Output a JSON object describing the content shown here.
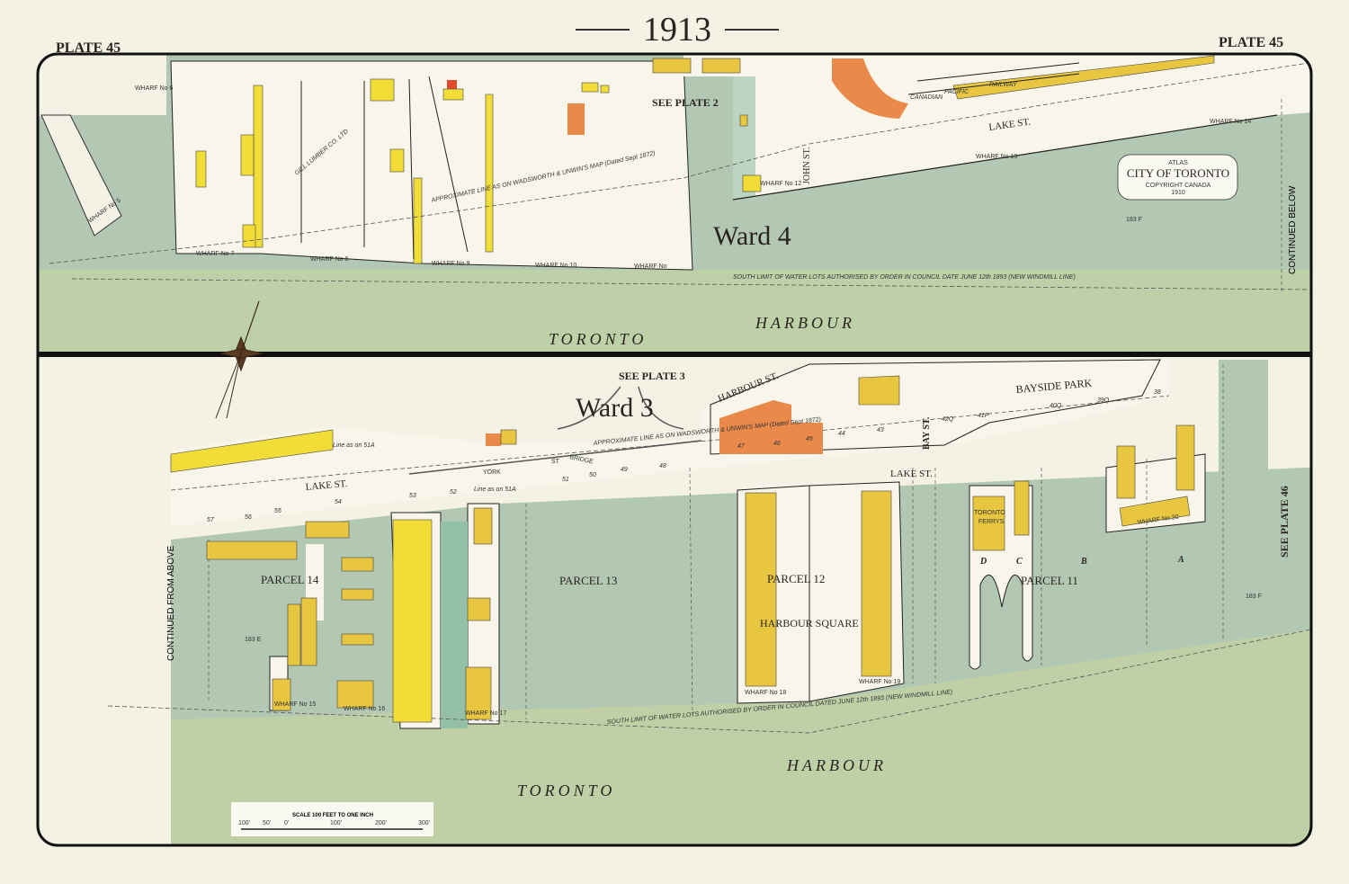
{
  "header": {
    "year": "1913",
    "plate_left": "PLATE 45",
    "plate_right": "PLATE 45"
  },
  "colors": {
    "paper": "#f4f2e4",
    "water": "#b3c8b2",
    "water_green": "#c2d39e",
    "channel": "#94c0a8",
    "brick_yellow": "#f2dc38",
    "frame_ochre": "#e9c640",
    "stone_orange": "#e98a4a",
    "red": "#e24a2c"
  },
  "top_panel": {
    "ward": "Ward 4",
    "see_plate": "SEE PLATE 2",
    "harbour_words": [
      "TORONTO",
      "HARBOUR"
    ],
    "streets": {
      "lake": "LAKE ST.",
      "john": "JOHN ST."
    },
    "company": "GILL LUMBER CO. LTD",
    "railway": [
      "CANADIAN",
      "PACIFIC",
      "RAILWAY"
    ],
    "approx_line": "APPROXIMATE LINE AS ON WADSWORTH & UNWIN'S MAP (Dated Sept 1872)",
    "south_limit": "SOUTH LIMIT OF WATER LOTS AUTHORISED BY ORDER IN COUNCIL DATE JUNE 12th 1893 (NEW WINDMILL LINE)",
    "wharves": [
      "WHARF No 5",
      "WHARF No 6",
      "WHARF No 7",
      "WHARF No 8",
      "WHARF No 9",
      "WHARF No 10",
      "WHARF No",
      "WHARF No 12",
      "WHARF No 13",
      "WHARF No 14"
    ],
    "continued": "CONTINUED BELOW",
    "water_lot": "183 F",
    "atlas_logo": {
      "line1": "ATLAS",
      "line2": "CITY OF TORONTO",
      "line3": "COPYRIGHT CANADA",
      "line4": "1910"
    }
  },
  "bottom_panel": {
    "ward": "Ward 3",
    "see_plate": "SEE PLATE 3",
    "see_plate_right": "SEE PLATE 46",
    "continued": "CONTINUED FROM ABOVE",
    "harbour_words": [
      "TORONTO",
      "HARBOUR"
    ],
    "streets": {
      "lake_left": "LAKE ST.",
      "lake_right": "LAKE ST.",
      "harbour": "HARBOUR ST.",
      "bay": "BAY ST.",
      "york": "YORK",
      "york_st": "ST",
      "bridge": "BRIDGE"
    },
    "park": "BAYSIDE PARK",
    "approx_line": "APPROXIMATE LINE AS ON WADSWORTH & UNWIN'S MAP (Dated Sept 1872)",
    "line_as_on": [
      "Line as on 51A",
      "Line as on 51A"
    ],
    "lots": [
      "57",
      "56",
      "55",
      "54",
      "53",
      "52",
      "51",
      "50",
      "49",
      "48",
      "47",
      "46",
      "45",
      "44",
      "43",
      "42Q",
      "41P",
      "40Q",
      "39Q",
      "38"
    ],
    "parcels": [
      "PARCEL 14",
      "PARCEL 13",
      "PARCEL 12",
      "PARCEL 11"
    ],
    "sub_lots": [
      "D",
      "C",
      "B",
      "A"
    ],
    "square": "HARBOUR SQUARE",
    "ferry": [
      "TORONTO",
      "FERRYS"
    ],
    "wharves": [
      "WHARF No 15",
      "WHARF No 16",
      "WHARF No 17",
      "WHARF No 18",
      "WHARF No 19",
      "WHARF No 20"
    ],
    "water_lots": [
      "183 E",
      "183 F"
    ],
    "south_limit": "SOUTH LIMIT OF WATER LOTS AUTHORISED BY ORDER IN COUNCIL DATED JUNE 12th 1893 (NEW WINDMILL LINE)"
  },
  "scale_bar": {
    "title": "SCALE 100 FEET TO ONE INCH",
    "ticks": [
      "100'",
      "50'",
      "0'",
      "100'",
      "200'",
      "300'"
    ]
  }
}
